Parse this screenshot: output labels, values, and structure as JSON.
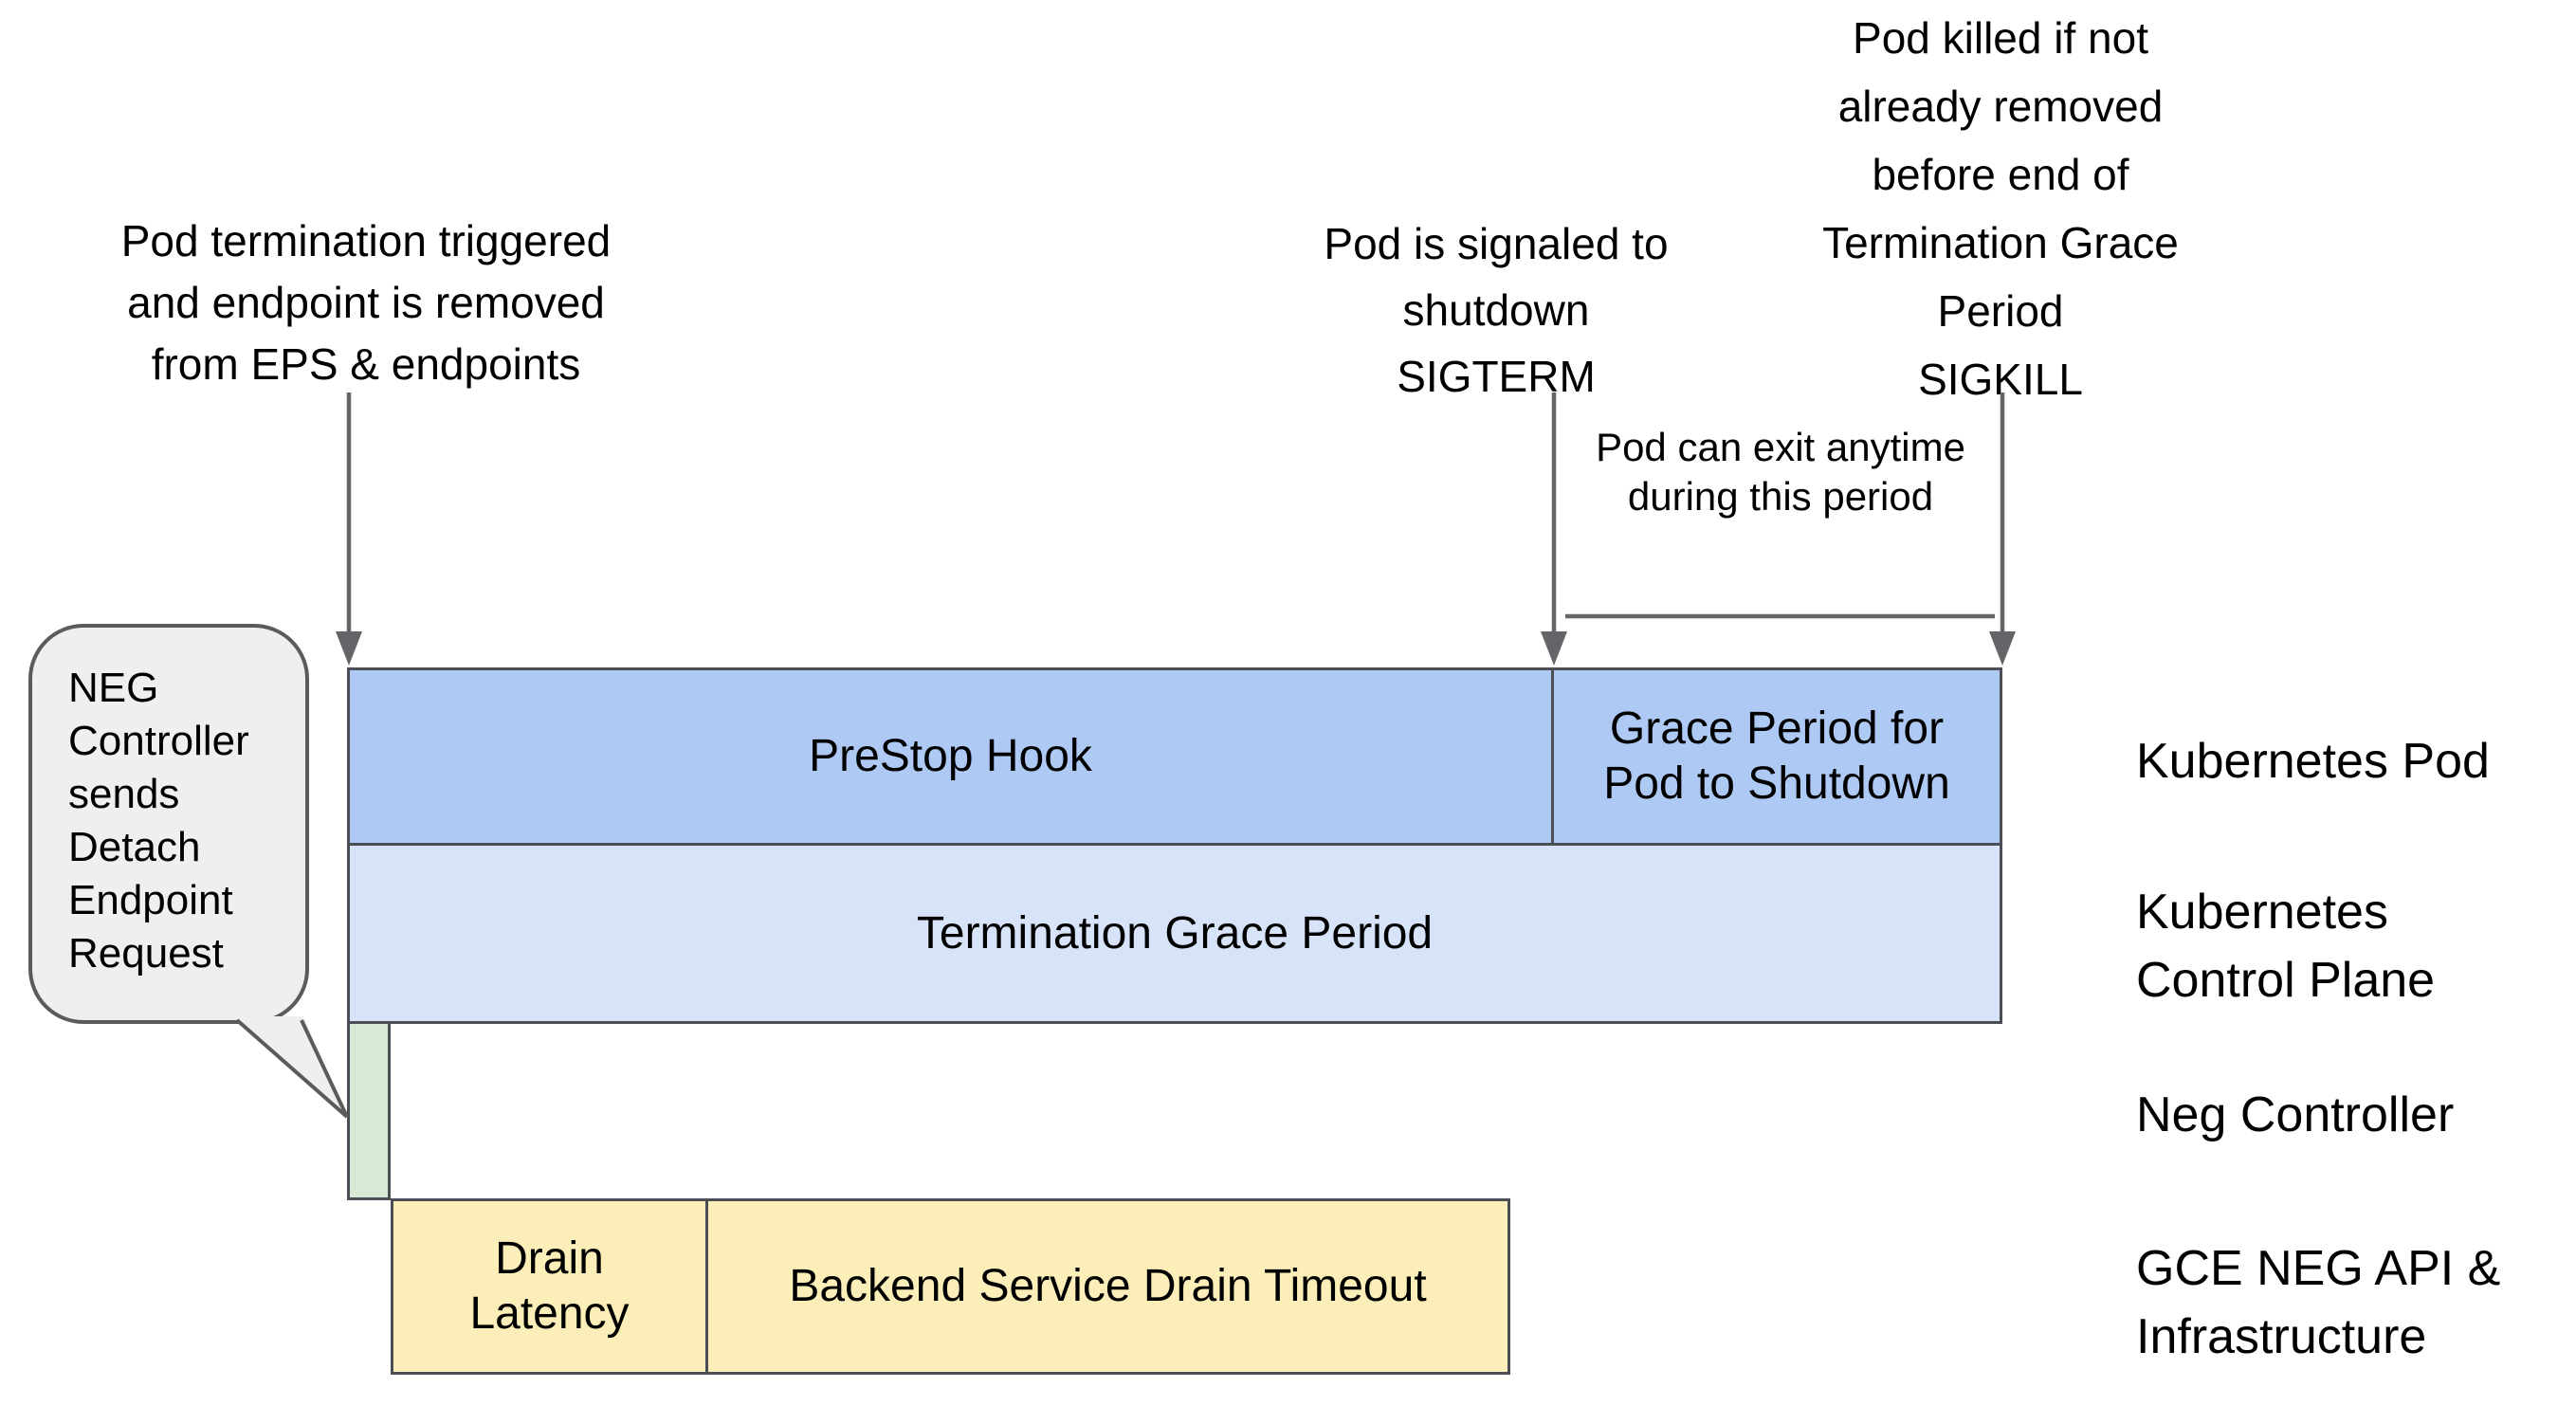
{
  "annotations": {
    "termination_trigger": "Pod termination triggered\nand endpoint is removed\nfrom EPS & endpoints",
    "sigterm": "Pod is signaled to\nshutdown\nSIGTERM",
    "sigkill": "Pod killed if not\nalready removed\nbefore end of\nTermination Grace\nPeriod\nSIGKILL",
    "exit_anytime": "Pod can exit anytime\nduring this period"
  },
  "callout": {
    "text": "NEG\nController\nsends\nDetach\nEndpoint\nRequest"
  },
  "timeline": {
    "bars": {
      "prestop_hook": "PreStop Hook",
      "grace_period": "Grace Period for\nPod to Shutdown",
      "termination_grace_period": "Termination Grace Period",
      "neg_detach": "",
      "drain_latency": "Drain\nLatency",
      "backend_drain_timeout": "Backend Service Drain Timeout"
    }
  },
  "lanes": {
    "kubernetes_pod": "Kubernetes Pod",
    "kubernetes_control_plane": "Kubernetes\nControl Plane",
    "neg_controller": "Neg Controller",
    "gce_neg_api": "GCE NEG API &\nInfrastructure"
  },
  "colors": {
    "bar_blue": "#adc9f4",
    "bar_light_blue": "#d6e3f9",
    "bar_green": "#d8e9d5",
    "bar_yellow": "#fbeeb8",
    "bar_border": "#4b4e54",
    "line": "#646569",
    "callout_fill": "#efefef",
    "callout_border": "#5b5b5b",
    "text": "#000000"
  }
}
